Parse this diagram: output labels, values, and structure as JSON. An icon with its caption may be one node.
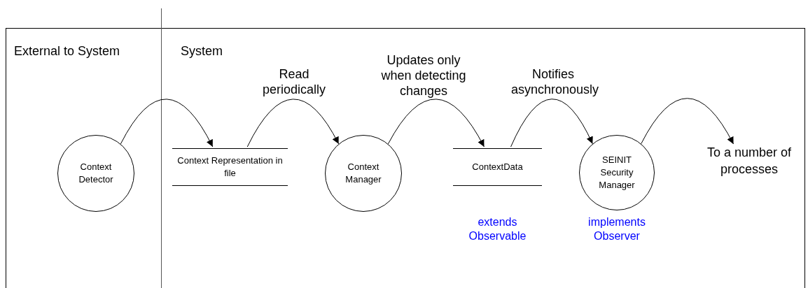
{
  "diagram": {
    "nodes": [
      {
        "text": [
          "Context Detector"
        ]
      },
      {
        "text": [
          "Context Representation in file"
        ]
      },
      {
        "text": [
          "Context Manager"
        ]
      },
      {
        "text": [
          "ContextData"
        ],
        "beside": [
          "extends Observable"
        ]
      },
      {
        "text": [
          "SEINIT Security Manager"
        ],
        "beside": [
          "implements Observer"
        ]
      },
      {
        "text": [
          "To a number of processes"
        ]
      }
    ],
    "edges": [
      {
        "from": 0,
        "to": 1,
        "arrow": "to"
      },
      {
        "from": 1,
        "to": 2,
        "arrow": "to",
        "label": "Read periodically"
      },
      {
        "from": 2,
        "to": 3,
        "arrow": "to",
        "label": "Updates only when detecting changes"
      },
      {
        "from": 3,
        "to": 4,
        "arrow": "to",
        "label": "Notifies asynchronously"
      },
      {
        "from": 4,
        "to": 5,
        "arrow": "to"
      }
    ],
    "labels": [
      "External to System",
      "System"
    ]
  }
}
